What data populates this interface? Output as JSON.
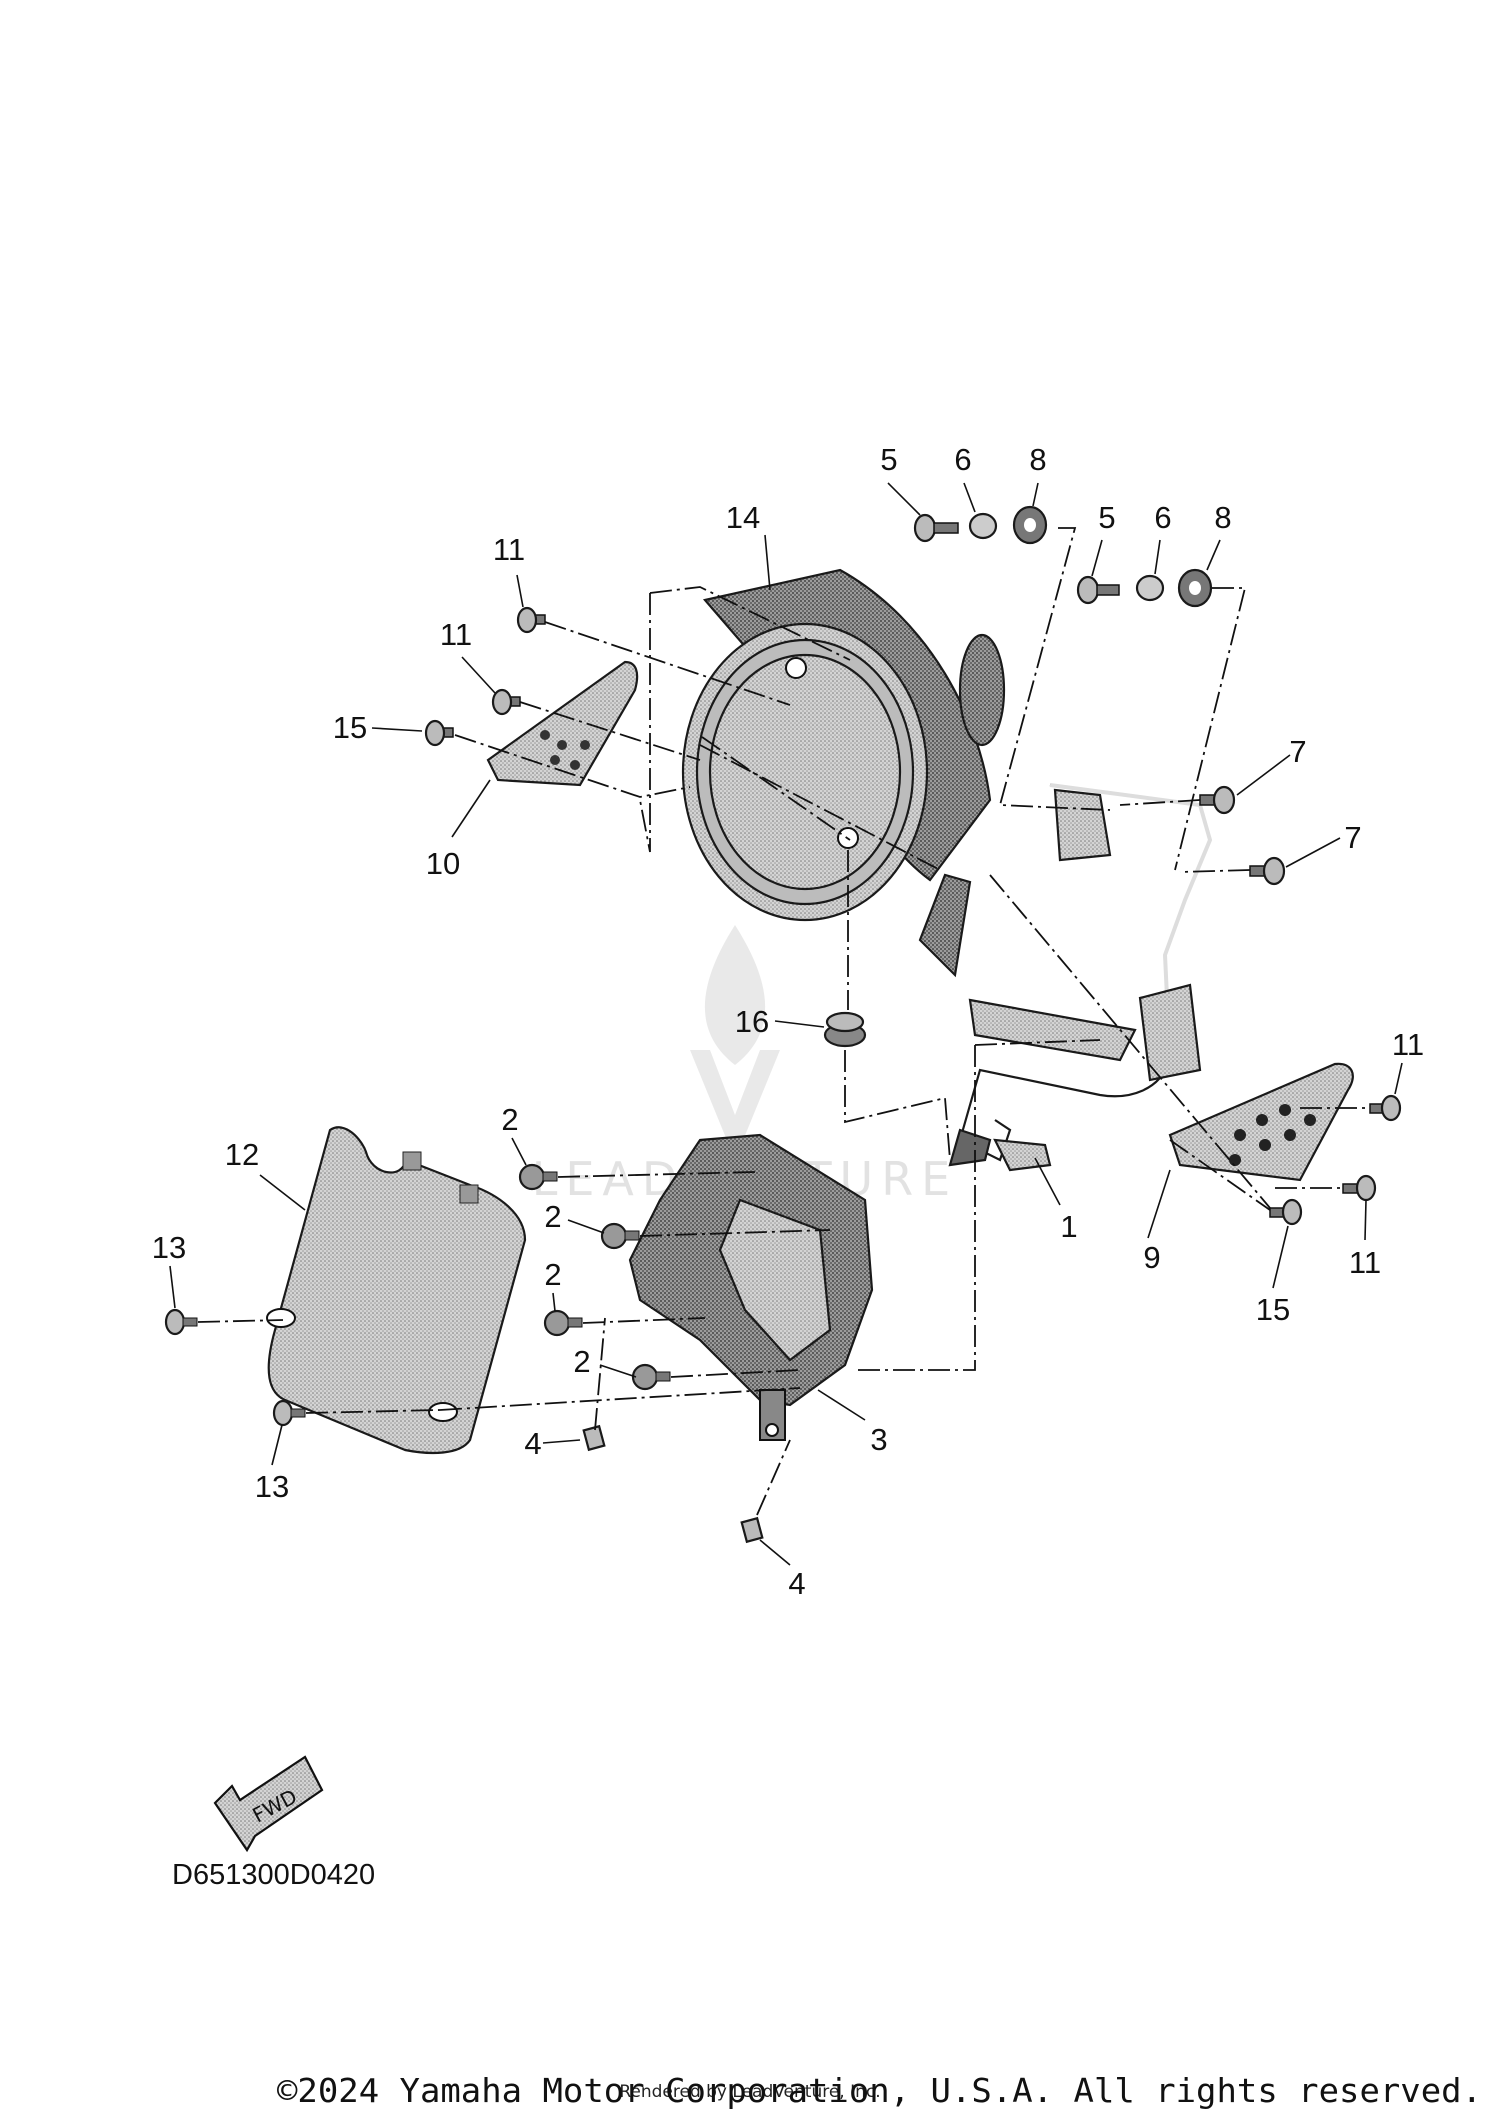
{
  "diagram": {
    "code": "D651300D0420",
    "copyright": "©2024 Yamaha Motor Corporation, U.S.A. All rights reserved.",
    "rendered_by": "Rendered by LeadVenture, Inc.",
    "watermark": "LEADVENTURE",
    "fwd_label": "FWD",
    "callouts": [
      {
        "id": "c14",
        "label": "14"
      },
      {
        "id": "c11a",
        "label": "11"
      },
      {
        "id": "c11b",
        "label": "11"
      },
      {
        "id": "c15a",
        "label": "15"
      },
      {
        "id": "c10",
        "label": "10"
      },
      {
        "id": "c5a",
        "label": "5"
      },
      {
        "id": "c6a",
        "label": "6"
      },
      {
        "id": "c8a",
        "label": "8"
      },
      {
        "id": "c5b",
        "label": "5"
      },
      {
        "id": "c6b",
        "label": "6"
      },
      {
        "id": "c8b",
        "label": "8"
      },
      {
        "id": "c7a",
        "label": "7"
      },
      {
        "id": "c7b",
        "label": "7"
      },
      {
        "id": "c16",
        "label": "16"
      },
      {
        "id": "c11c",
        "label": "11"
      },
      {
        "id": "c1",
        "label": "1"
      },
      {
        "id": "c9",
        "label": "9"
      },
      {
        "id": "c11d",
        "label": "11"
      },
      {
        "id": "c15b",
        "label": "15"
      },
      {
        "id": "c12",
        "label": "12"
      },
      {
        "id": "c13a",
        "label": "13"
      },
      {
        "id": "c13b",
        "label": "13"
      },
      {
        "id": "c2a",
        "label": "2"
      },
      {
        "id": "c2b",
        "label": "2"
      },
      {
        "id": "c2c",
        "label": "2"
      },
      {
        "id": "c2d",
        "label": "2"
      },
      {
        "id": "c3",
        "label": "3"
      },
      {
        "id": "c4a",
        "label": "4"
      },
      {
        "id": "c4b",
        "label": "4"
      }
    ]
  }
}
